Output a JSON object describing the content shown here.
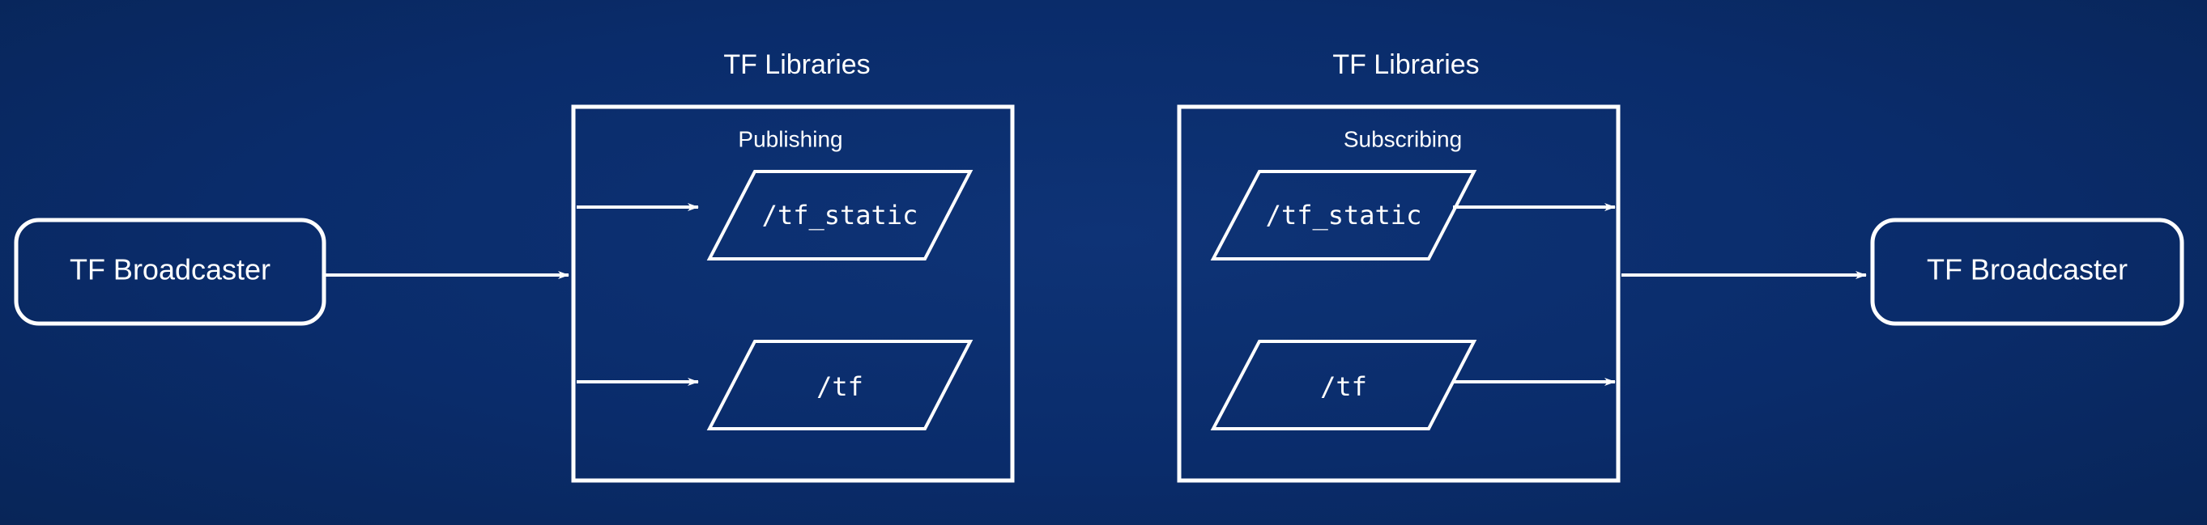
{
  "colors": {
    "background": "#0a2c6b",
    "foreground": "#ffffff"
  },
  "left_node": {
    "label": "TF Broadcaster"
  },
  "right_node": {
    "label": "TF Broadcaster"
  },
  "publishing_box": {
    "title": "TF Libraries",
    "subtitle": "Publishing",
    "topics": [
      "/tf_static",
      "/tf"
    ]
  },
  "subscribing_box": {
    "title": "TF Libraries",
    "subtitle": "Subscribing",
    "topics": [
      "/tf_static",
      "/tf"
    ]
  }
}
